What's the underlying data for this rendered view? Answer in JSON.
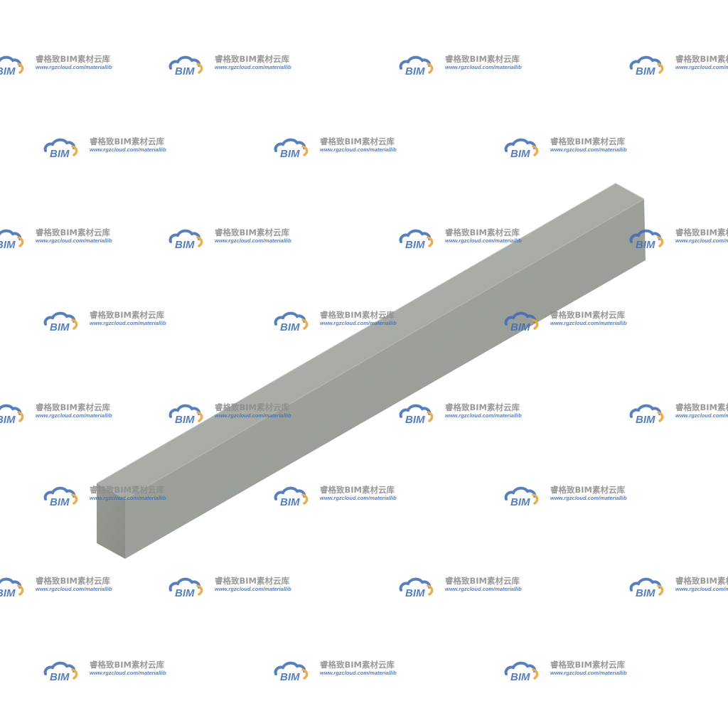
{
  "image": {
    "subject": "rectangular-bar-model",
    "colors": {
      "background": "#ffffff",
      "bar_top": "#a9aca6",
      "bar_front": "#9a9d97",
      "bar_end": "#8f928c",
      "bar_edge": "#b9bcb6",
      "watermark_blue": "#3f6fb5",
      "watermark_orange": "#e8a23a",
      "watermark_gray": "#8c8c8c"
    }
  },
  "watermark": {
    "brand_cn": "睿格致BIM素材云库",
    "url": "www.rgzcloud.com/materiallib",
    "logo_text": "BIM",
    "icon": "cloud-logo-icon"
  }
}
